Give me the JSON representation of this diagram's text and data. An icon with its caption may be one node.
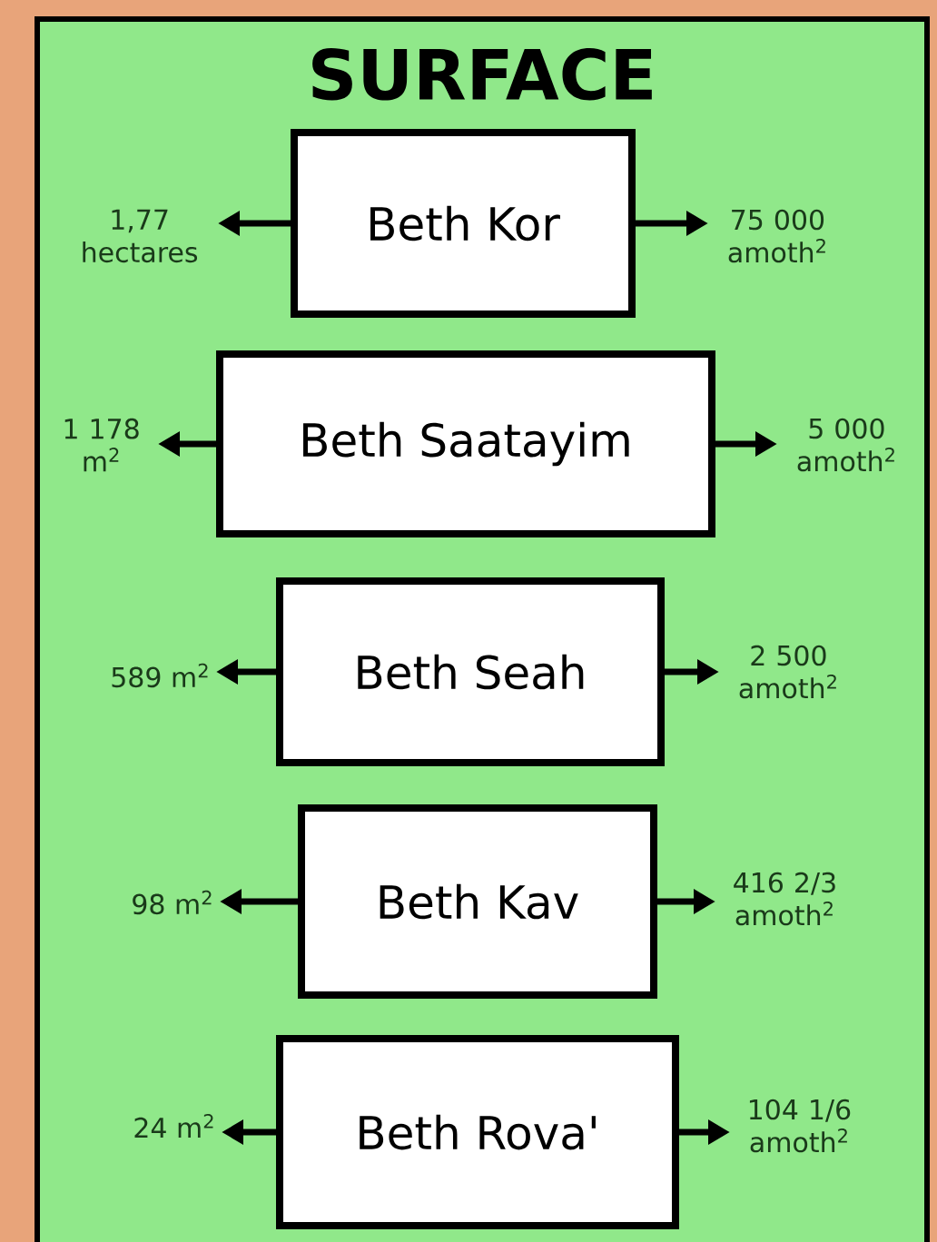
{
  "diagram": {
    "nodes": [
      {
        "text": [
          "SURFACE"
        ]
      },
      {
        "text": [
          "Beth Kor"
        ],
        "in": 0
      },
      {
        "text": [
          "1,77 hectares"
        ],
        "in": 0
      },
      {
        "text": [
          "75 000 amoth$^{2}$"
        ],
        "in": 0
      },
      {
        "text": [
          "Beth Saatayim"
        ],
        "in": 0
      },
      {
        "text": [
          "1 178 m$^{2}$"
        ],
        "in": 0
      },
      {
        "text": [
          "5 000 amoth$^{2}$"
        ],
        "in": 0
      },
      {
        "text": [
          "Beth Seah"
        ],
        "in": 0
      },
      {
        "text": [
          "589 m$^{2}$"
        ],
        "in": 0
      },
      {
        "text": [
          "2 500 amoth$^{2}$"
        ],
        "in": 0
      },
      {
        "text": [
          "Beth Kav"
        ],
        "in": 0
      },
      {
        "text": [
          "98 m$^{2}$"
        ],
        "in": 0
      },
      {
        "text": [
          "416 2/3 amoth$^{2}$"
        ],
        "in": 0
      },
      {
        "text": [
          "Beth Rova'"
        ],
        "in": 0
      },
      {
        "text": [
          "24 m$^{2}$"
        ],
        "in": 0
      },
      {
        "text": [
          "104 1/6 amoth$^{2}$"
        ],
        "in": 0
      }
    ],
    "edges": [
      {
        "from": 1,
        "to": 2,
        "arrow": "to"
      },
      {
        "from": 1,
        "to": 3,
        "arrow": "to"
      },
      {
        "from": 4,
        "to": 5,
        "arrow": "to"
      },
      {
        "from": 4,
        "to": 6,
        "arrow": "to"
      },
      {
        "from": 7,
        "to": 8,
        "arrow": "to"
      },
      {
        "from": 7,
        "to": 9,
        "arrow": "to"
      },
      {
        "from": 10,
        "to": 11,
        "arrow": "to"
      },
      {
        "from": 10,
        "to": 12,
        "arrow": "to"
      },
      {
        "from": 13,
        "to": 14,
        "arrow": "to"
      },
      {
        "from": 13,
        "to": 15,
        "arrow": "to"
      }
    ]
  }
}
